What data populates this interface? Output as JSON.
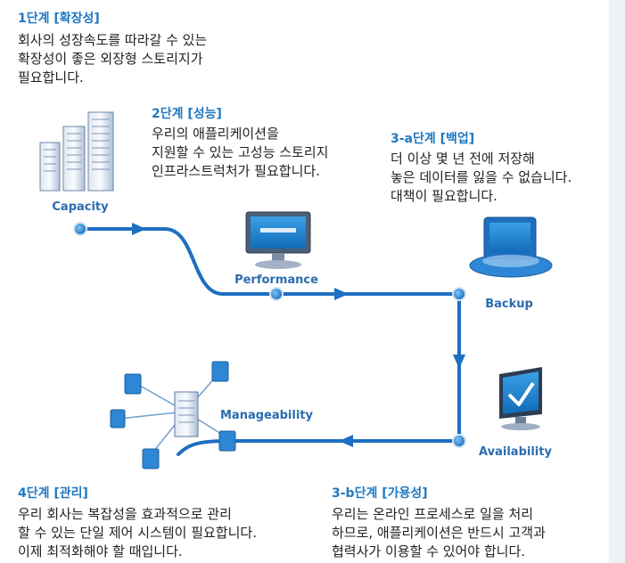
{
  "stage1": {
    "title": "1단계 [확장성]",
    "lines": [
      "회사의 성장속도를 따라갈 수 있는",
      "확장성이 좋은 외장형 스토리지가",
      "필요합니다."
    ]
  },
  "stage2": {
    "title": "2단계 [성능]",
    "lines": [
      "우리의 애플리케이션을",
      "지원할 수 있는 고성능 스토리지",
      "인프라스트럭처가 필요합니다."
    ]
  },
  "stage3a": {
    "title": "3-a단계 [백업]",
    "lines": [
      "더 이상 몇 년 전에 저장해",
      "놓은 데이터를 잃을 수 없습니다.",
      "대책이 필요합니다."
    ]
  },
  "stage4": {
    "title": "4단계 [관리]",
    "lines": [
      "우리 회사는 복잡성을 효과적으로 관리",
      "할 수 있는 단일 제어 시스템이 필요합니다.",
      "이제 최적화해야 할 때입니다."
    ]
  },
  "stage3b": {
    "title": "3-b단계 [가용성]",
    "lines": [
      "우리는 온라인 프로세스로 일을 처리",
      "하므로, 애플리케이션은 반드시 고객과",
      "협력사가 이용할 수 있어야 합니다."
    ]
  },
  "nodes": {
    "capacity": "Capacity",
    "performance": "Performance",
    "backup": "Backup",
    "availability": "Availability",
    "manageability": "Manageability"
  },
  "colors": {
    "accent": "#1f78c2",
    "flow": "#1e6fc0",
    "node_label": "#2a6cae"
  },
  "icons": {
    "capacity": "server-racks-icon",
    "performance": "monitor-gauge-icon",
    "backup": "backup-drive-icon",
    "availability": "checkmark-monitor-icon",
    "manageability": "network-servers-icon"
  }
}
